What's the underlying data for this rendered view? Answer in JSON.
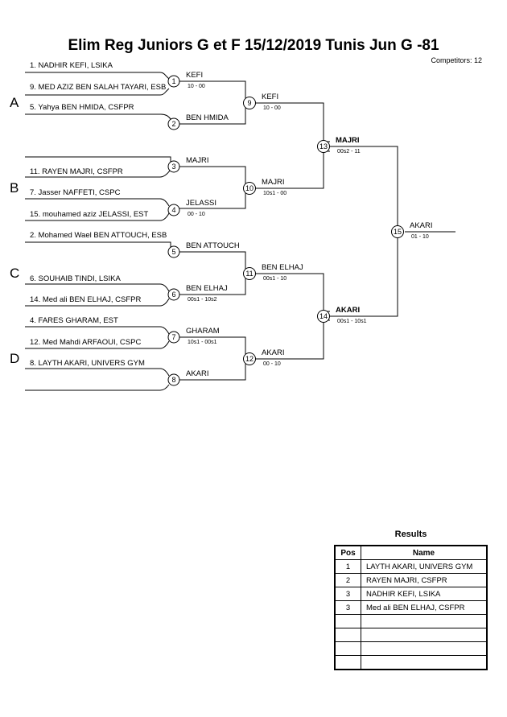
{
  "title": "Elim Reg Juniors G et F  15/12/2019  Tunis   Jun G -81",
  "competitors": "Competitors: 12",
  "pools": [
    "A",
    "B",
    "C",
    "D"
  ],
  "entrants": [
    "1. NADHIR KEFI, LSIKA",
    "9. MED AZIZ BEN SALAH TAYARI, ESB",
    "5. Yahya BEN HMIDA, CSFPR",
    "11. RAYEN MAJRI, CSFPR",
    "7. Jasser NAFFETI, CSPC",
    "15. mouhamed aziz JELASSI, EST",
    "2. Mohamed Wael BEN ATTOUCH, ESB",
    "6. SOUHAIB TINDI, LSIKA",
    "14. Med ali BEN ELHAJ, CSFPR",
    "4. FARES GHARAM, EST",
    "12. Med Mahdi ARFAOUI, CSPC",
    "8. LAYTH AKARI, UNIVERS GYM"
  ],
  "matches": [
    {
      "num": "1",
      "winner": "KEFI",
      "score": "10 - 00"
    },
    {
      "num": "2",
      "winner": "BEN HMIDA",
      "score": ""
    },
    {
      "num": "3",
      "winner": "MAJRI",
      "score": ""
    },
    {
      "num": "4",
      "winner": "JELASSI",
      "score": "00 - 10"
    },
    {
      "num": "5",
      "winner": "BEN ATTOUCH",
      "score": ""
    },
    {
      "num": "6",
      "winner": "BEN ELHAJ",
      "score": "00s1 - 10s2"
    },
    {
      "num": "7",
      "winner": "GHARAM",
      "score": "10s1 - 00s1"
    },
    {
      "num": "8",
      "winner": "AKARI",
      "score": ""
    },
    {
      "num": "9",
      "winner": "KEFI",
      "score": "10 - 00"
    },
    {
      "num": "10",
      "winner": "MAJRI",
      "score": "10s1 - 00"
    },
    {
      "num": "11",
      "winner": "BEN ELHAJ",
      "score": "00s1 - 10"
    },
    {
      "num": "12",
      "winner": "AKARI",
      "score": "00 - 10"
    },
    {
      "num": "13",
      "winner": "MAJRI",
      "score": "00s2 - 11"
    },
    {
      "num": "14",
      "winner": "AKARI",
      "score": "00s1 - 10s1"
    },
    {
      "num": "15",
      "winner": "AKARI",
      "score": "01 - 10"
    }
  ],
  "results": {
    "title": "Results",
    "header_pos": "Pos",
    "header_name": "Name",
    "rows": [
      {
        "pos": "1",
        "name": "LAYTH AKARI, UNIVERS GYM"
      },
      {
        "pos": "2",
        "name": "RAYEN MAJRI, CSFPR"
      },
      {
        "pos": "3",
        "name": "NADHIR KEFI, LSIKA"
      },
      {
        "pos": "3",
        "name": "Med ali BEN ELHAJ, CSFPR"
      },
      {
        "pos": "",
        "name": ""
      },
      {
        "pos": "",
        "name": ""
      },
      {
        "pos": "",
        "name": ""
      },
      {
        "pos": "",
        "name": ""
      }
    ]
  }
}
